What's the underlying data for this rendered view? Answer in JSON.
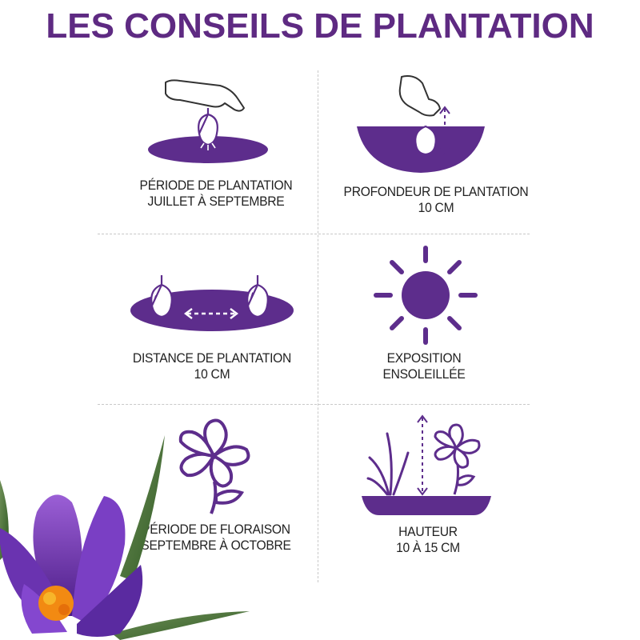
{
  "title": "LES CONSEILS DE PLANTATION",
  "colors": {
    "purple": "#5e2a82",
    "icon_purple": "#5d2d8c",
    "text": "#222222"
  },
  "tips": [
    {
      "icon": "hand-bulb-soil-icon",
      "line1": "PÉRIODE DE PLANTATION",
      "line2": "JUILLET À SEPTEMBRE"
    },
    {
      "icon": "planting-depth-icon",
      "line1": "PROFONDEUR DE PLANTATION",
      "line2": "10 CM"
    },
    {
      "icon": "bulb-spacing-icon",
      "line1": "DISTANCE DE PLANTATION",
      "line2": "10 CM"
    },
    {
      "icon": "sun-icon",
      "line1": "EXPOSITION",
      "line2": "ENSOLEILLÉE"
    },
    {
      "icon": "flower-icon",
      "line1": "PÉRIODE DE FLORAISON",
      "line2": "SEPTEMBRE À OCTOBRE"
    },
    {
      "icon": "plant-height-icon",
      "line1": "HAUTEUR",
      "line2": "10 À 15 CM"
    }
  ]
}
